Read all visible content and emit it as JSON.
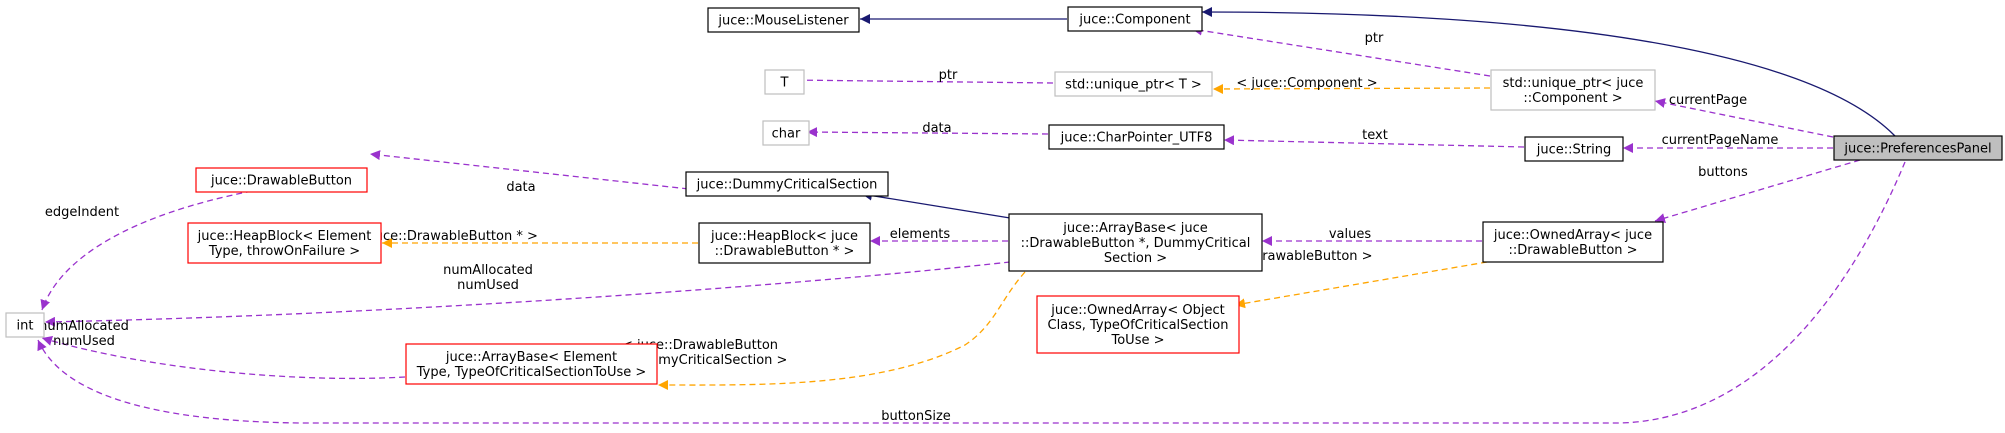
{
  "colors": {
    "navy": "#191970",
    "purple": "#9a32cd",
    "orange": "#ffa500",
    "black_border": "#000000",
    "grey_border": "#bfbfbf",
    "red_border": "#ff0000",
    "highlight_fill": "#bfbfbf"
  },
  "nodes": {
    "mouse_listener": {
      "lines": [
        "juce::MouseListener"
      ]
    },
    "component": {
      "lines": [
        "juce::Component"
      ]
    },
    "t": {
      "lines": [
        "T"
      ]
    },
    "unique_ptr_t": {
      "lines": [
        "std::unique_ptr< T >"
      ]
    },
    "unique_ptr_component": {
      "lines": [
        "std::unique_ptr< juce",
        "::Component >"
      ]
    },
    "char": {
      "lines": [
        "char"
      ]
    },
    "charpointer_utf8": {
      "lines": [
        "juce::CharPointer_UTF8"
      ]
    },
    "string": {
      "lines": [
        "juce::String"
      ]
    },
    "preferences_panel": {
      "lines": [
        "juce::PreferencesPanel"
      ]
    },
    "drawable_button": {
      "lines": [
        "juce::DrawableButton"
      ]
    },
    "dummy_critical_section": {
      "lines": [
        "juce::DummyCriticalSection"
      ]
    },
    "heapblock_generic": {
      "lines": [
        "juce::HeapBlock< Element",
        "Type, throwOnFailure >"
      ]
    },
    "heapblock_drawable": {
      "lines": [
        "juce::HeapBlock< juce",
        "::DrawableButton * >"
      ]
    },
    "arraybase_drawable": {
      "lines": [
        "juce::ArrayBase< juce",
        "::DrawableButton *, DummyCritical",
        "Section >"
      ]
    },
    "ownedarray_drawable": {
      "lines": [
        "juce::OwnedArray< juce",
        "::DrawableButton >"
      ]
    },
    "int": {
      "lines": [
        "int"
      ]
    },
    "ownedarray_generic": {
      "lines": [
        "juce::OwnedArray< Object",
        "Class, TypeOfCriticalSection",
        "ToUse >"
      ]
    },
    "arraybase_generic": {
      "lines": [
        "juce::ArrayBase< Element",
        "Type, TypeOfCriticalSectionToUse >"
      ]
    }
  },
  "edge_labels": {
    "ptr_component": [
      "ptr"
    ],
    "ptr_t": [
      "ptr"
    ],
    "unique_ptr_template": [
      "< juce::Component >"
    ],
    "current_page": [
      "currentPage"
    ],
    "data_char": [
      "data"
    ],
    "text": [
      "text"
    ],
    "current_page_name": [
      "currentPageName"
    ],
    "buttons": [
      "buttons"
    ],
    "data_drawable": [
      "data"
    ],
    "edge_indent": [
      "edgeIndent"
    ],
    "heapblock_template": [
      "< juce::DrawableButton * >"
    ],
    "elements": [
      "elements"
    ],
    "values": [
      "values"
    ],
    "num_allocated_a": [
      "numAllocated",
      "numUsed"
    ],
    "ownedarray_template": [
      "< juce::DrawableButton >"
    ],
    "num_allocated_b": [
      "numAllocated",
      "numUsed"
    ],
    "arraybase_template": [
      "< juce::DrawableButton",
      "*, DummyCriticalSection >"
    ],
    "button_size": [
      "buttonSize"
    ]
  }
}
